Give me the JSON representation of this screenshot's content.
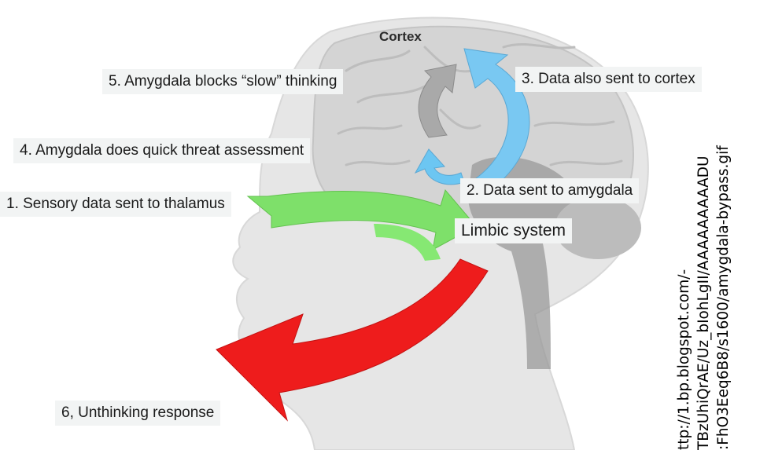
{
  "title": "Cortex",
  "steps": [
    "1. Sensory data sent to thalamus",
    "2. Data sent to amygdala",
    "3. Data also sent to cortex",
    "4. Amygdala does quick threat assessment",
    "5. Amygdala blocks “slow” thinking",
    "6, Unthinking response"
  ],
  "region_label": "Limbic system",
  "source_url_lines": [
    "ttp://1.bp.blogspot.com/-",
    "TBzUhiQrAE/Uz_bIohLgII/AAAAAAAAADU",
    ":FhO3Eeq6B8/s1600/amygdala-bypass.gif"
  ],
  "colors": {
    "sensory_arrow": "#7ee06a",
    "amygdala_arrow": "#6cc6f2",
    "cortex_arrow": "#8ecff2",
    "blocked_arrow": "#a7a7a7",
    "response_arrow": "#ee1c1c",
    "head": "#e3e3e3",
    "brain": "#cfcfcf"
  }
}
